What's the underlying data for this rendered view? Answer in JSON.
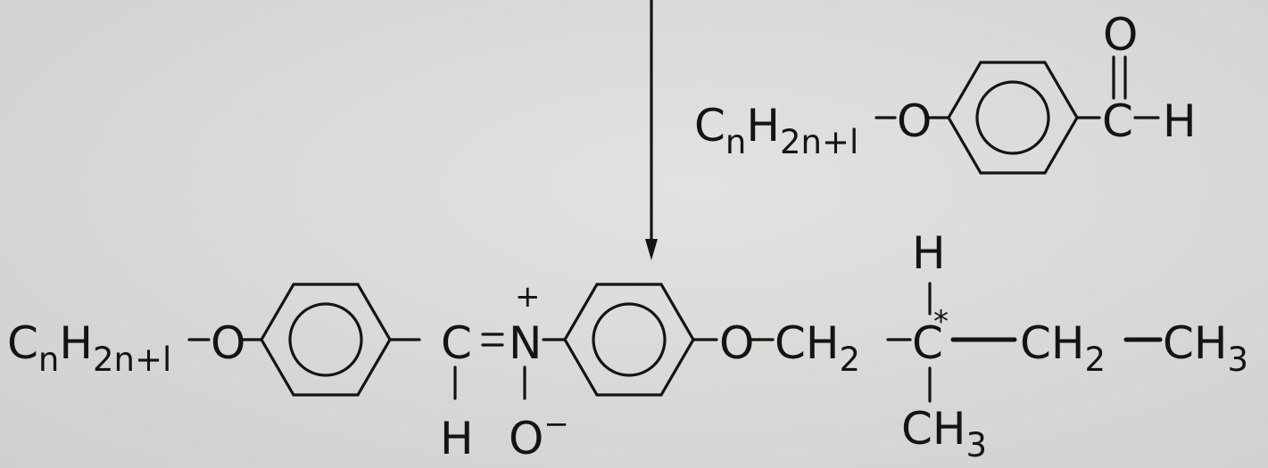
{
  "reagent": {
    "alkyl": {
      "c": "C",
      "n1": "n",
      "h": "H",
      "n2": "2n+l"
    },
    "oxygen": "O",
    "carbon": "C",
    "carbonyl_o": "O",
    "hydrogen": "H"
  },
  "product": {
    "alkyl": {
      "c": "C",
      "n1": "n",
      "h": "H",
      "n2": "2n+l"
    },
    "oxygen": "O",
    "imine_carbon": "C",
    "imine_h": "H",
    "nitrogen": "N",
    "n_plus": "+",
    "n_oxide_o": "O",
    "o_minus": "−",
    "ether_o": "O",
    "ch2_ch": "CH",
    "ch2_sub": "2",
    "chiral_c": "C",
    "chiral_star": "*",
    "chiral_h": "H",
    "methyl_ch": "CH",
    "methyl_sub": "3",
    "ethyl_ch2_ch": "CH",
    "ethyl_ch2_sub": "2",
    "ethyl_ch3_ch": "CH",
    "ethyl_ch3_sub": "3"
  }
}
